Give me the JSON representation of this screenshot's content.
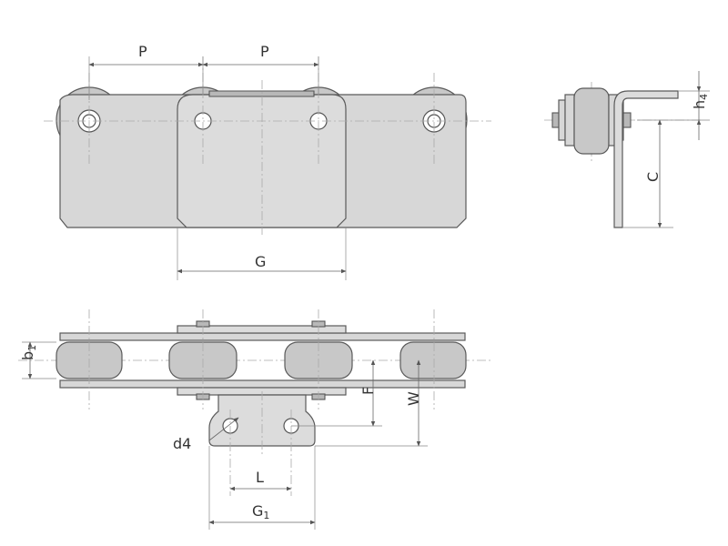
{
  "labels": {
    "pitch1": "P",
    "pitch2": "P",
    "gauge": "G",
    "h4_main": "h",
    "h4_sub": "4",
    "c": "C",
    "b1_main": "b",
    "b1_sub": "1",
    "f": "F",
    "w": "W",
    "d4": "d4",
    "l": "L",
    "g1_main": "G",
    "g1_sub": "1"
  }
}
